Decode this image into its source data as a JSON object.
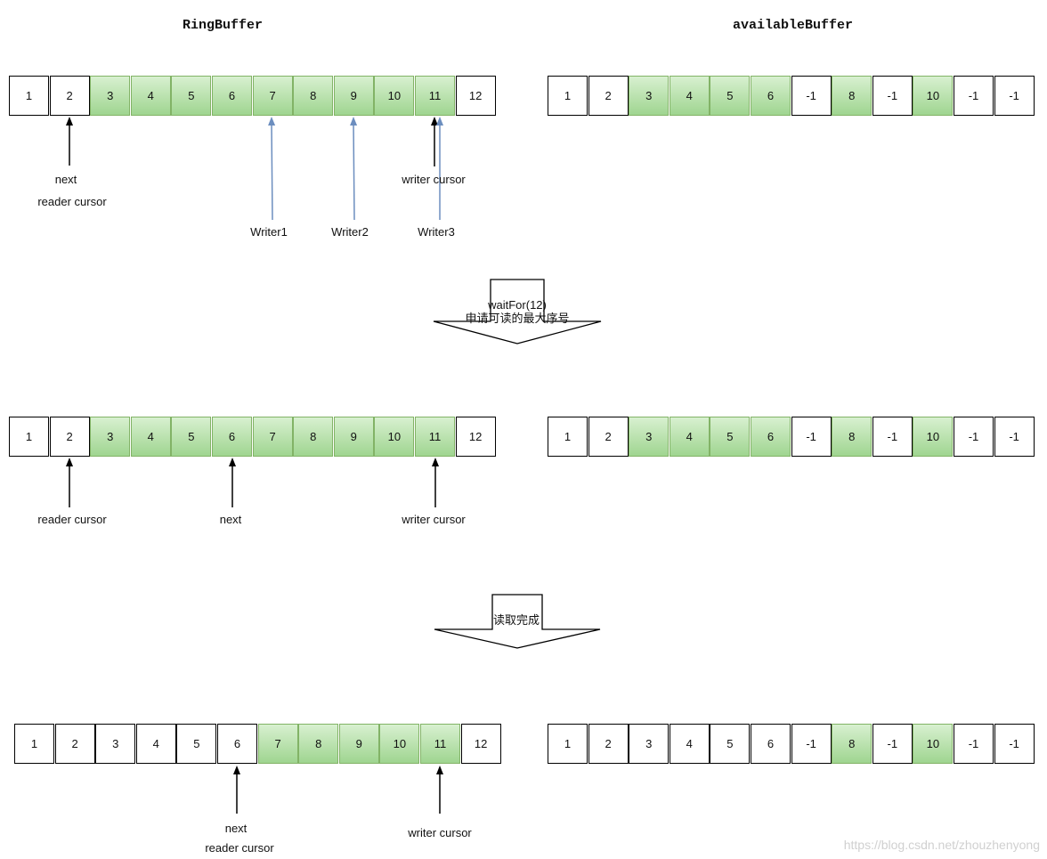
{
  "titles": {
    "left": "RingBuffer",
    "right": "availableBuffer"
  },
  "colors": {
    "filled_fill": "#a8da9a",
    "filled_border": "#82b366",
    "black_arrow": "#000000",
    "writer_arrow": "#6c8ebf"
  },
  "rows": [
    {
      "ring": {
        "values": [
          "1",
          "2",
          "3",
          "4",
          "5",
          "6",
          "7",
          "8",
          "9",
          "10",
          "11",
          "12"
        ],
        "filled": [
          false,
          false,
          true,
          true,
          true,
          true,
          true,
          true,
          true,
          true,
          true,
          false
        ]
      },
      "available": {
        "values": [
          "1",
          "2",
          "3",
          "4",
          "5",
          "6",
          "-1",
          "8",
          "-1",
          "10",
          "-1",
          "-1"
        ],
        "filled": [
          false,
          false,
          true,
          true,
          true,
          true,
          false,
          true,
          false,
          true,
          false,
          false
        ]
      }
    },
    {
      "ring": {
        "values": [
          "1",
          "2",
          "3",
          "4",
          "5",
          "6",
          "7",
          "8",
          "9",
          "10",
          "11",
          "12"
        ],
        "filled": [
          false,
          false,
          true,
          true,
          true,
          true,
          true,
          true,
          true,
          true,
          true,
          false
        ]
      },
      "available": {
        "values": [
          "1",
          "2",
          "3",
          "4",
          "5",
          "6",
          "-1",
          "8",
          "-1",
          "10",
          "-1",
          "-1"
        ],
        "filled": [
          false,
          false,
          true,
          true,
          true,
          true,
          false,
          true,
          false,
          true,
          false,
          false
        ]
      }
    },
    {
      "ring": {
        "values": [
          "1",
          "2",
          "3",
          "4",
          "5",
          "6",
          "7",
          "8",
          "9",
          "10",
          "11",
          "12"
        ],
        "filled": [
          false,
          false,
          false,
          false,
          false,
          false,
          true,
          true,
          true,
          true,
          true,
          false
        ]
      },
      "available": {
        "values": [
          "1",
          "2",
          "3",
          "4",
          "5",
          "6",
          "-1",
          "8",
          "-1",
          "10",
          "-1",
          "-1"
        ],
        "filled": [
          false,
          false,
          false,
          false,
          false,
          false,
          false,
          true,
          false,
          true,
          false,
          false
        ]
      }
    }
  ],
  "labels": {
    "r1_next": "next",
    "r1_reader": "reader cursor",
    "r1_writer_cursor": "writer cursor",
    "writer1": "Writer1",
    "writer2": "Writer2",
    "writer3": "Writer3",
    "r2_reader": "reader cursor",
    "r2_next": "next",
    "r2_writer_cursor": "writer cursor",
    "r3_next": "next",
    "r3_reader": "reader cursor",
    "r3_writer_cursor": "writer cursor"
  },
  "steps": {
    "step1_line1": "waitFor(12)",
    "step1_line2": "申请可读的最大序号",
    "step2": "读取完成"
  },
  "watermark": "https://blog.csdn.net/zhouzhenyong"
}
